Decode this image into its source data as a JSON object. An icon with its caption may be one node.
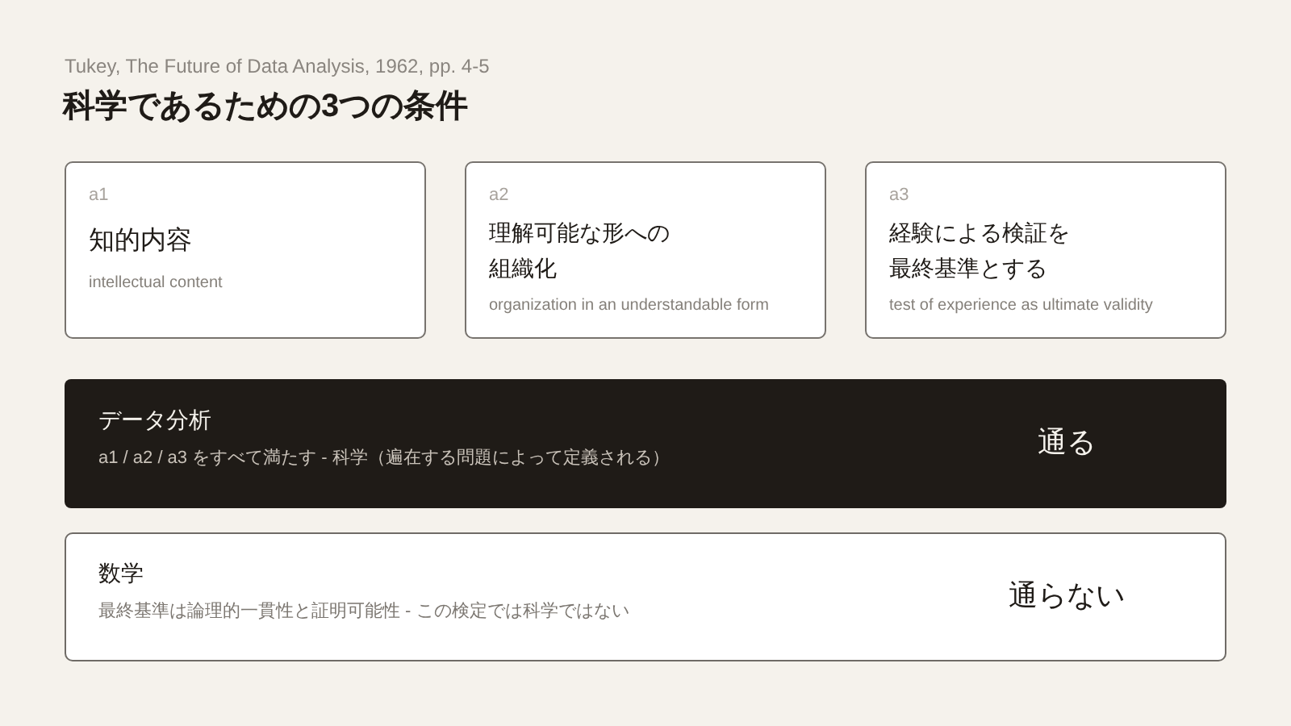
{
  "diagram": {
    "title": "科学であるための3つの条件",
    "nodes": [
      {
        "text": [
          "a1",
          "知的内容",
          "intellectual content"
        ]
      },
      {
        "text": [
          "a2",
          "理解可能な形への組織化",
          "organization in an understandable form"
        ]
      },
      {
        "text": [
          "a3",
          "経験による検証を最終基準とする",
          "test of experience as ultimate validity"
        ]
      },
      {
        "text": [
          "データ分析",
          "a1 / a2 / a3 をすべて満たす - 科学（遍在する問題によって定義される）",
          "通る"
        ]
      },
      {
        "text": [
          "数学",
          "最終基準は論理的一貫性と証明可能性 - この検定では科学ではない",
          "通らない"
        ]
      }
    ],
    "labels": [
      "Tukey, The Future of Data Analysis, 1962, pp. 4-5"
    ]
  }
}
